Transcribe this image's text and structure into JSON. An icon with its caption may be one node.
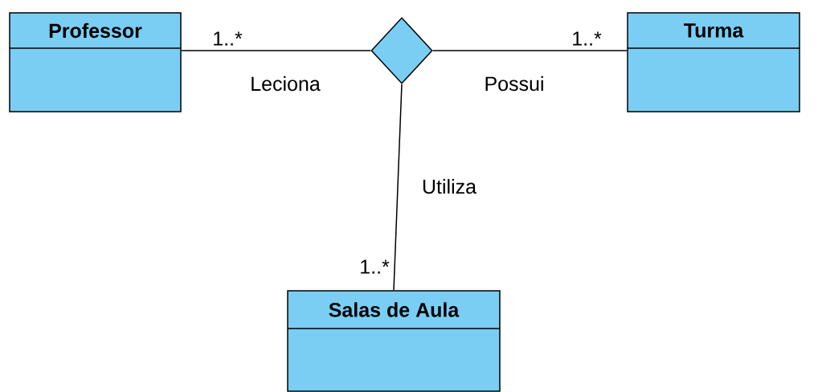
{
  "diagram": {
    "nodes": [
      {
        "text": [
          "Professor"
        ]
      },
      {
        "text": [],
        "shape": "diamond"
      },
      {
        "text": [
          "Turma"
        ]
      },
      {
        "text": [
          "Salas de Aula"
        ]
      }
    ],
    "edges": [
      {
        "from": 0,
        "to": 1,
        "arrow": "none",
        "label": "Leciona"
      },
      {
        "from": 1,
        "to": 2,
        "arrow": "none",
        "label": "Possui"
      },
      {
        "from": 1,
        "to": 3,
        "arrow": "none",
        "label": "Utiliza"
      }
    ],
    "labels": [
      "1..*",
      "1..*",
      "1..*"
    ]
  }
}
